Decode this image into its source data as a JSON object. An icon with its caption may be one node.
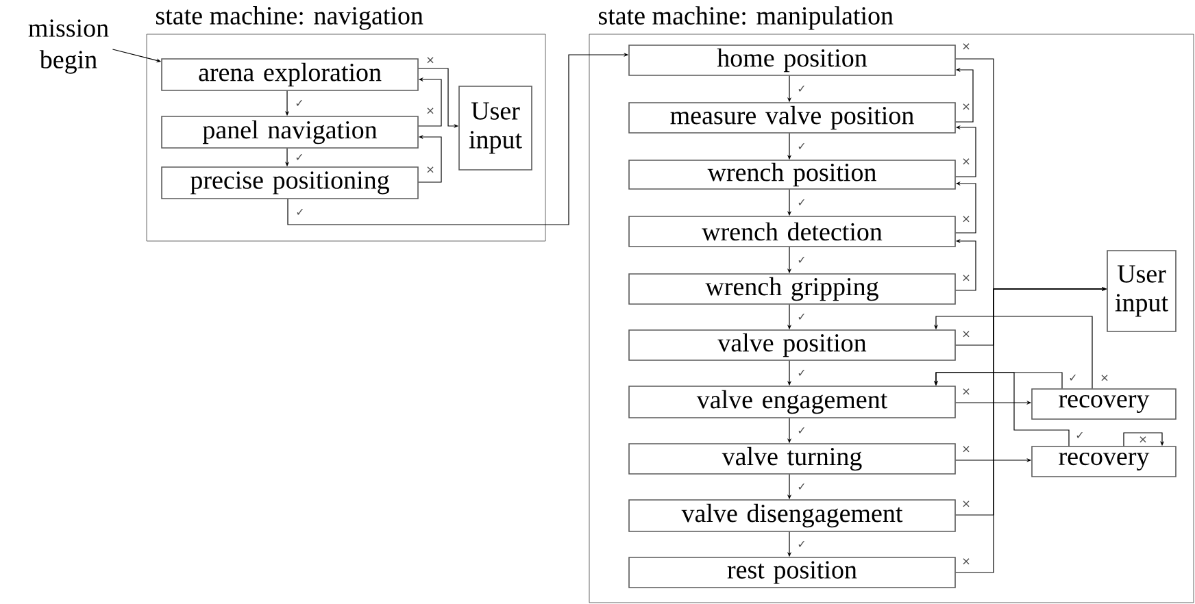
{
  "diagram": {
    "nodes": [
      {
        "text": [
          "state machine: navigation"
        ]
      },
      {
        "text": [
          "mission begin"
        ]
      },
      {
        "text": [
          "arena exploration"
        ],
        "in": 0
      },
      {
        "text": [
          "panel navigation"
        ],
        "in": 0
      },
      {
        "text": [
          "precise positioning"
        ],
        "in": 0
      },
      {
        "text": [
          "User input"
        ],
        "in": 0
      },
      {
        "text": [
          "state machine: manipulation"
        ]
      },
      {
        "text": [
          "home position"
        ],
        "in": 6
      },
      {
        "text": [
          "measure valve position"
        ],
        "in": 6
      },
      {
        "text": [
          "wrench position"
        ],
        "in": 6
      },
      {
        "text": [
          "wrench detection"
        ],
        "in": 6
      },
      {
        "text": [
          "wrench gripping"
        ],
        "in": 6
      },
      {
        "text": [
          "valve position"
        ],
        "in": 6
      },
      {
        "text": [
          "valve engagement"
        ],
        "in": 6
      },
      {
        "text": [
          "valve turning"
        ],
        "in": 6
      },
      {
        "text": [
          "valve disengagement"
        ],
        "in": 6
      },
      {
        "text": [
          "rest position"
        ],
        "in": 6
      },
      {
        "text": [
          "User input"
        ],
        "in": 6
      },
      {
        "text": [
          "recovery"
        ],
        "in": 6
      },
      {
        "text": [
          "recovery"
        ],
        "in": 6
      }
    ],
    "edges": [
      {
        "from": 1,
        "to": 2,
        "arrow": "to"
      },
      {
        "from": 2,
        "to": 3,
        "arrow": "to",
        "label": "✓"
      },
      {
        "from": 3,
        "to": 4,
        "arrow": "to",
        "label": "✓"
      },
      {
        "from": 2,
        "to": 5,
        "arrow": "to",
        "label": "×"
      },
      {
        "from": 3,
        "to": 2,
        "arrow": "to",
        "label": "×"
      },
      {
        "from": 4,
        "to": 3,
        "arrow": "to",
        "label": "×"
      },
      {
        "from": 4,
        "to": 7,
        "arrow": "to",
        "label": "✓"
      },
      {
        "from": 7,
        "to": 8,
        "arrow": "to",
        "label": "✓"
      },
      {
        "from": 8,
        "to": 9,
        "arrow": "to",
        "label": "✓"
      },
      {
        "from": 9,
        "to": 10,
        "arrow": "to",
        "label": "✓"
      },
      {
        "from": 10,
        "to": 11,
        "arrow": "to",
        "label": "✓"
      },
      {
        "from": 11,
        "to": 12,
        "arrow": "to",
        "label": "✓"
      },
      {
        "from": 12,
        "to": 13,
        "arrow": "to",
        "label": "✓"
      },
      {
        "from": 13,
        "to": 14,
        "arrow": "to",
        "label": "✓"
      },
      {
        "from": 14,
        "to": 15,
        "arrow": "to",
        "label": "✓"
      },
      {
        "from": 15,
        "to": 16,
        "arrow": "to",
        "label": "✓"
      },
      {
        "from": 8,
        "to": 7,
        "arrow": "to",
        "label": "×"
      },
      {
        "from": 9,
        "to": 8,
        "arrow": "to",
        "label": "×"
      },
      {
        "from": 10,
        "to": 9,
        "arrow": "to",
        "label": "×"
      },
      {
        "from": 11,
        "to": 10,
        "arrow": "to",
        "label": "×"
      },
      {
        "from": 7,
        "to": 17,
        "arrow": "to",
        "label": "×"
      },
      {
        "from": 12,
        "to": 17,
        "arrow": "to",
        "label": "×"
      },
      {
        "from": 15,
        "to": 17,
        "arrow": "to",
        "label": "×"
      },
      {
        "from": 16,
        "to": 17,
        "arrow": "to",
        "label": "×"
      },
      {
        "from": 13,
        "to": 18,
        "arrow": "to",
        "label": "×"
      },
      {
        "from": 14,
        "to": 19,
        "arrow": "to",
        "label": "×"
      },
      {
        "from": 18,
        "to": 13,
        "arrow": "to",
        "label": "✓"
      },
      {
        "from": 18,
        "to": 12,
        "arrow": "to",
        "label": "×"
      },
      {
        "from": 19,
        "to": 13,
        "arrow": "to",
        "label": "✓"
      },
      {
        "from": 19,
        "to": 19,
        "arrow": "to",
        "label": "×"
      }
    ]
  }
}
